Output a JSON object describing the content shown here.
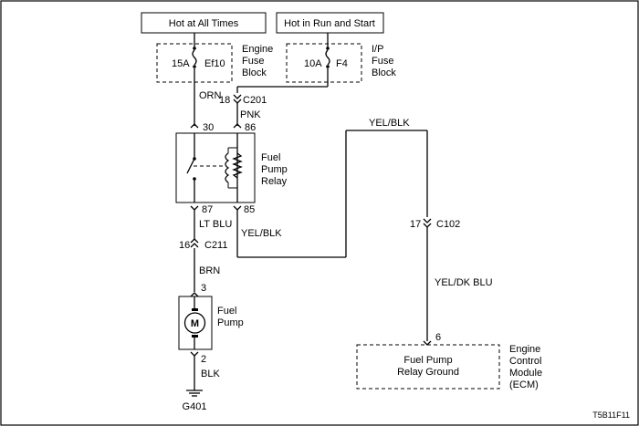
{
  "power": {
    "hot_at_all_times": "Hot at All Times",
    "hot_in_run_and_start": "Hot in Run and Start"
  },
  "engine_fuse_block": {
    "name_line1": "Engine",
    "name_line2": "Fuse",
    "name_line3": "Block",
    "fuse_rating": "15A",
    "fuse_id": "Ef10"
  },
  "ip_fuse_block": {
    "name_line1": "I/P",
    "name_line2": "Fuse",
    "name_line3": "Block",
    "fuse_rating": "10A",
    "fuse_id": "F4"
  },
  "wires": {
    "orn": "ORN",
    "pnk": "PNK",
    "lt_blu": "LT BLU",
    "yel_blk_top": "YEL/BLK",
    "yel_blk_low": "YEL/BLK",
    "brn": "BRN",
    "blk": "BLK",
    "yel_dk_blu": "YEL/DK BLU"
  },
  "connectors": {
    "c201": {
      "pin": "18",
      "name": "C201"
    },
    "c211": {
      "pin": "16",
      "name": "C211"
    },
    "c102": {
      "pin": "17",
      "name": "C102"
    }
  },
  "relay": {
    "name_line1": "Fuel",
    "name_line2": "Pump",
    "name_line3": "Relay",
    "pin_30": "30",
    "pin_86": "86",
    "pin_87": "87",
    "pin_85": "85"
  },
  "pump": {
    "name_line1": "Fuel",
    "name_line2": "Pump",
    "motor_letter": "M",
    "pin_top": "3",
    "pin_bottom": "2"
  },
  "ground": {
    "name": "G401"
  },
  "ecm": {
    "pin": "6",
    "inner_line1": "Fuel Pump",
    "inner_line2": "Relay Ground",
    "name_line1": "Engine",
    "name_line2": "Control",
    "name_line3": "Module",
    "name_line4": "(ECM)"
  },
  "figure_code": "T5B11F11"
}
